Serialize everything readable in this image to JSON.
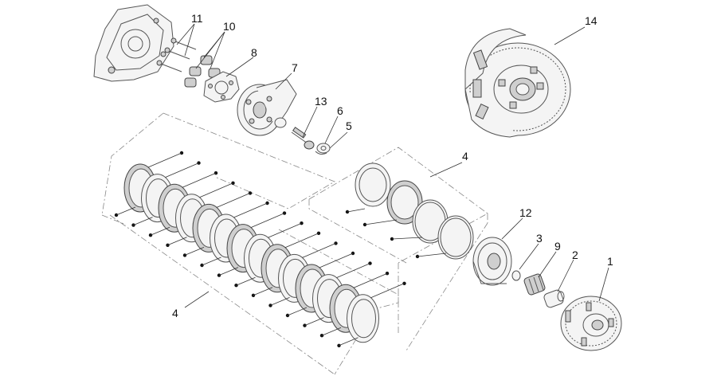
{
  "callouts": [
    {
      "id": "c1",
      "text": "1"
    },
    {
      "id": "c2",
      "text": "2"
    },
    {
      "id": "c3",
      "text": "3"
    },
    {
      "id": "c4a",
      "text": "4"
    },
    {
      "id": "c4b",
      "text": "4"
    },
    {
      "id": "c5",
      "text": "5"
    },
    {
      "id": "c6",
      "text": "6"
    },
    {
      "id": "c7",
      "text": "7"
    },
    {
      "id": "c8",
      "text": "8"
    },
    {
      "id": "c9",
      "text": "9"
    },
    {
      "id": "c10",
      "text": "10"
    },
    {
      "id": "c11",
      "text": "11"
    },
    {
      "id": "c12",
      "text": "12"
    },
    {
      "id": "c13",
      "text": "13"
    },
    {
      "id": "c14",
      "text": "14"
    }
  ]
}
